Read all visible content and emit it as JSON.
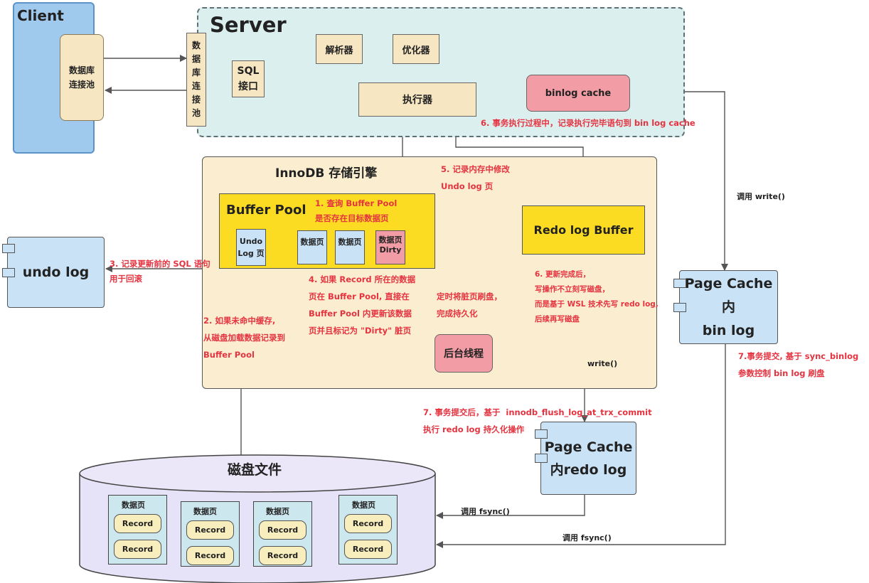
{
  "client": {
    "title": "Client",
    "pool": "数据库\n连接池"
  },
  "server": {
    "title": "Server",
    "pool_chars": [
      "数",
      "据",
      "库",
      "连",
      "接",
      "池"
    ],
    "sql_iface": "SQL\n接口",
    "parser": "解析器",
    "optimizer": "优化器",
    "executor": "执行器",
    "binlog_cache": "binlog cache"
  },
  "innodb": {
    "title": "InnoDB 存储引擎",
    "buffer_pool": "Buffer Pool",
    "undo_page": "Undo\nLog 页",
    "data_page": "数据页",
    "dirty_page": "数据页\nDirty",
    "redo_buffer": "Redo log Buffer",
    "bg_thread": "后台线程"
  },
  "undo_log": "undo log",
  "page_cache_binlog": "Page Cache\n内\nbin log",
  "page_cache_redolog": "Page Cache\n内redo log",
  "disk": {
    "title": "磁盘文件",
    "pages": [
      {
        "title": "数据页",
        "records": [
          "Record",
          "Record"
        ]
      },
      {
        "title": "数据页",
        "records": [
          "Record",
          "Record"
        ]
      },
      {
        "title": "数据页",
        "records": [
          "Record",
          "Record"
        ]
      },
      {
        "title": "数据页",
        "records": [
          "Record",
          "Record"
        ]
      }
    ]
  },
  "notes": {
    "n1": "1. 查询 Buffer Pool\n是否存在目标数据页",
    "n2": "2. 如果未命中缓存,\n从磁盘加载数据记录到\nBuffer Pool",
    "n3": "3. 记录更新前的 SQL 语句\n用于回滚",
    "n4": "4. 如果 Record 所在的数据\n页在 Buffer Pool, 直接在\nBuffer Pool 内更新该数据\n页并且标记为 \"Dirty\" 脏页",
    "n5": "5. 记录内存中修改\nUndo log 页",
    "n6a": "6. 事务执行过程中，记录执行完毕语句到 bin log cache",
    "n6b": "6. 更新完成后，\n写操作不立刻写磁盘，\n而是基于 WSL 技术先写 redo log,\n后续再写磁盘",
    "n7a": "7. 事务提交后，基于  innodb_flush_log_at_trx_commit\n执行 redo log 持久化操作",
    "n7b": "7.事务提交, 基于 sync_binlog\n参数控制 bin log 刷盘",
    "timer": "定时将脏页刷盘，\n完成持久化",
    "call_write": "调用 write()",
    "write": "write()",
    "fsync1": "调用 fsync()",
    "fsync2": "调用 fsync()"
  },
  "colors": {
    "client_fill": "#9fcaee",
    "server_fill": "#dcefef",
    "innodb_fill": "#fbeed0",
    "component_fill": "#f6e6c2",
    "pink": "#f29ca5",
    "yellow": "#fcdc22",
    "light_blue": "#c9e2f5",
    "disk_fill": "#e6e2f7",
    "note_red": "#e53340"
  }
}
